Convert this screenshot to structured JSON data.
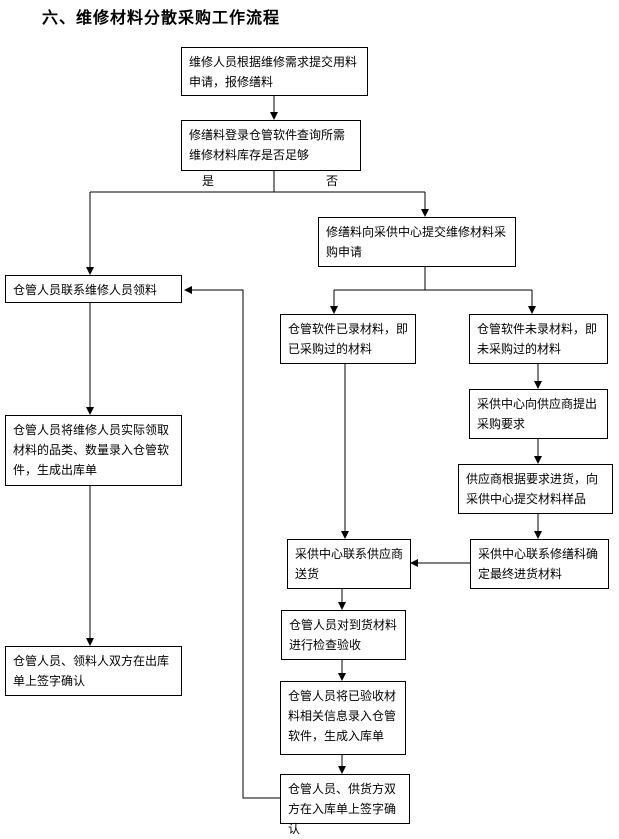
{
  "title": "六、维修材料分散采购工作流程",
  "nodes": {
    "apply": "维修人员根据维修需求提交用料申请，报修缮料",
    "query": "修缮料登录仓管软件查询所需维修材料库存是否足够",
    "submit_purchase": "修缮料向采供中心提交维修材料采购申请",
    "notify_pickup": "仓管人员联系维修人员领料",
    "recorded": "仓管软件已录材料，即已采购过的材料",
    "not_recorded": "仓管软件未录材料，即未采购过的材料",
    "request_supplier": "采供中心向供应商提出采购要求",
    "supplier_samples": "供应商根据要求进货，向采供中心提交材料样品",
    "confirm_material": "采供中心联系修缮科确定最终进货材料",
    "supplier_deliver": "采供中心联系供应商送货",
    "inspect": "仓管人员对到货材料进行检查验收",
    "enter_stock": "仓管人员将已验收材料相关信息录入仓管软件，生成入库单",
    "sign_inbound": "仓管人员、供货方双方在入库单上签字确认",
    "enter_outbound": "仓管人员将维修人员实际领取材料的品类、数量录入仓管软件，生成出库单",
    "sign_outbound": "仓管人员、领料人双方在出库单上签字确认"
  },
  "labels": {
    "yes": "是",
    "no": "否"
  }
}
